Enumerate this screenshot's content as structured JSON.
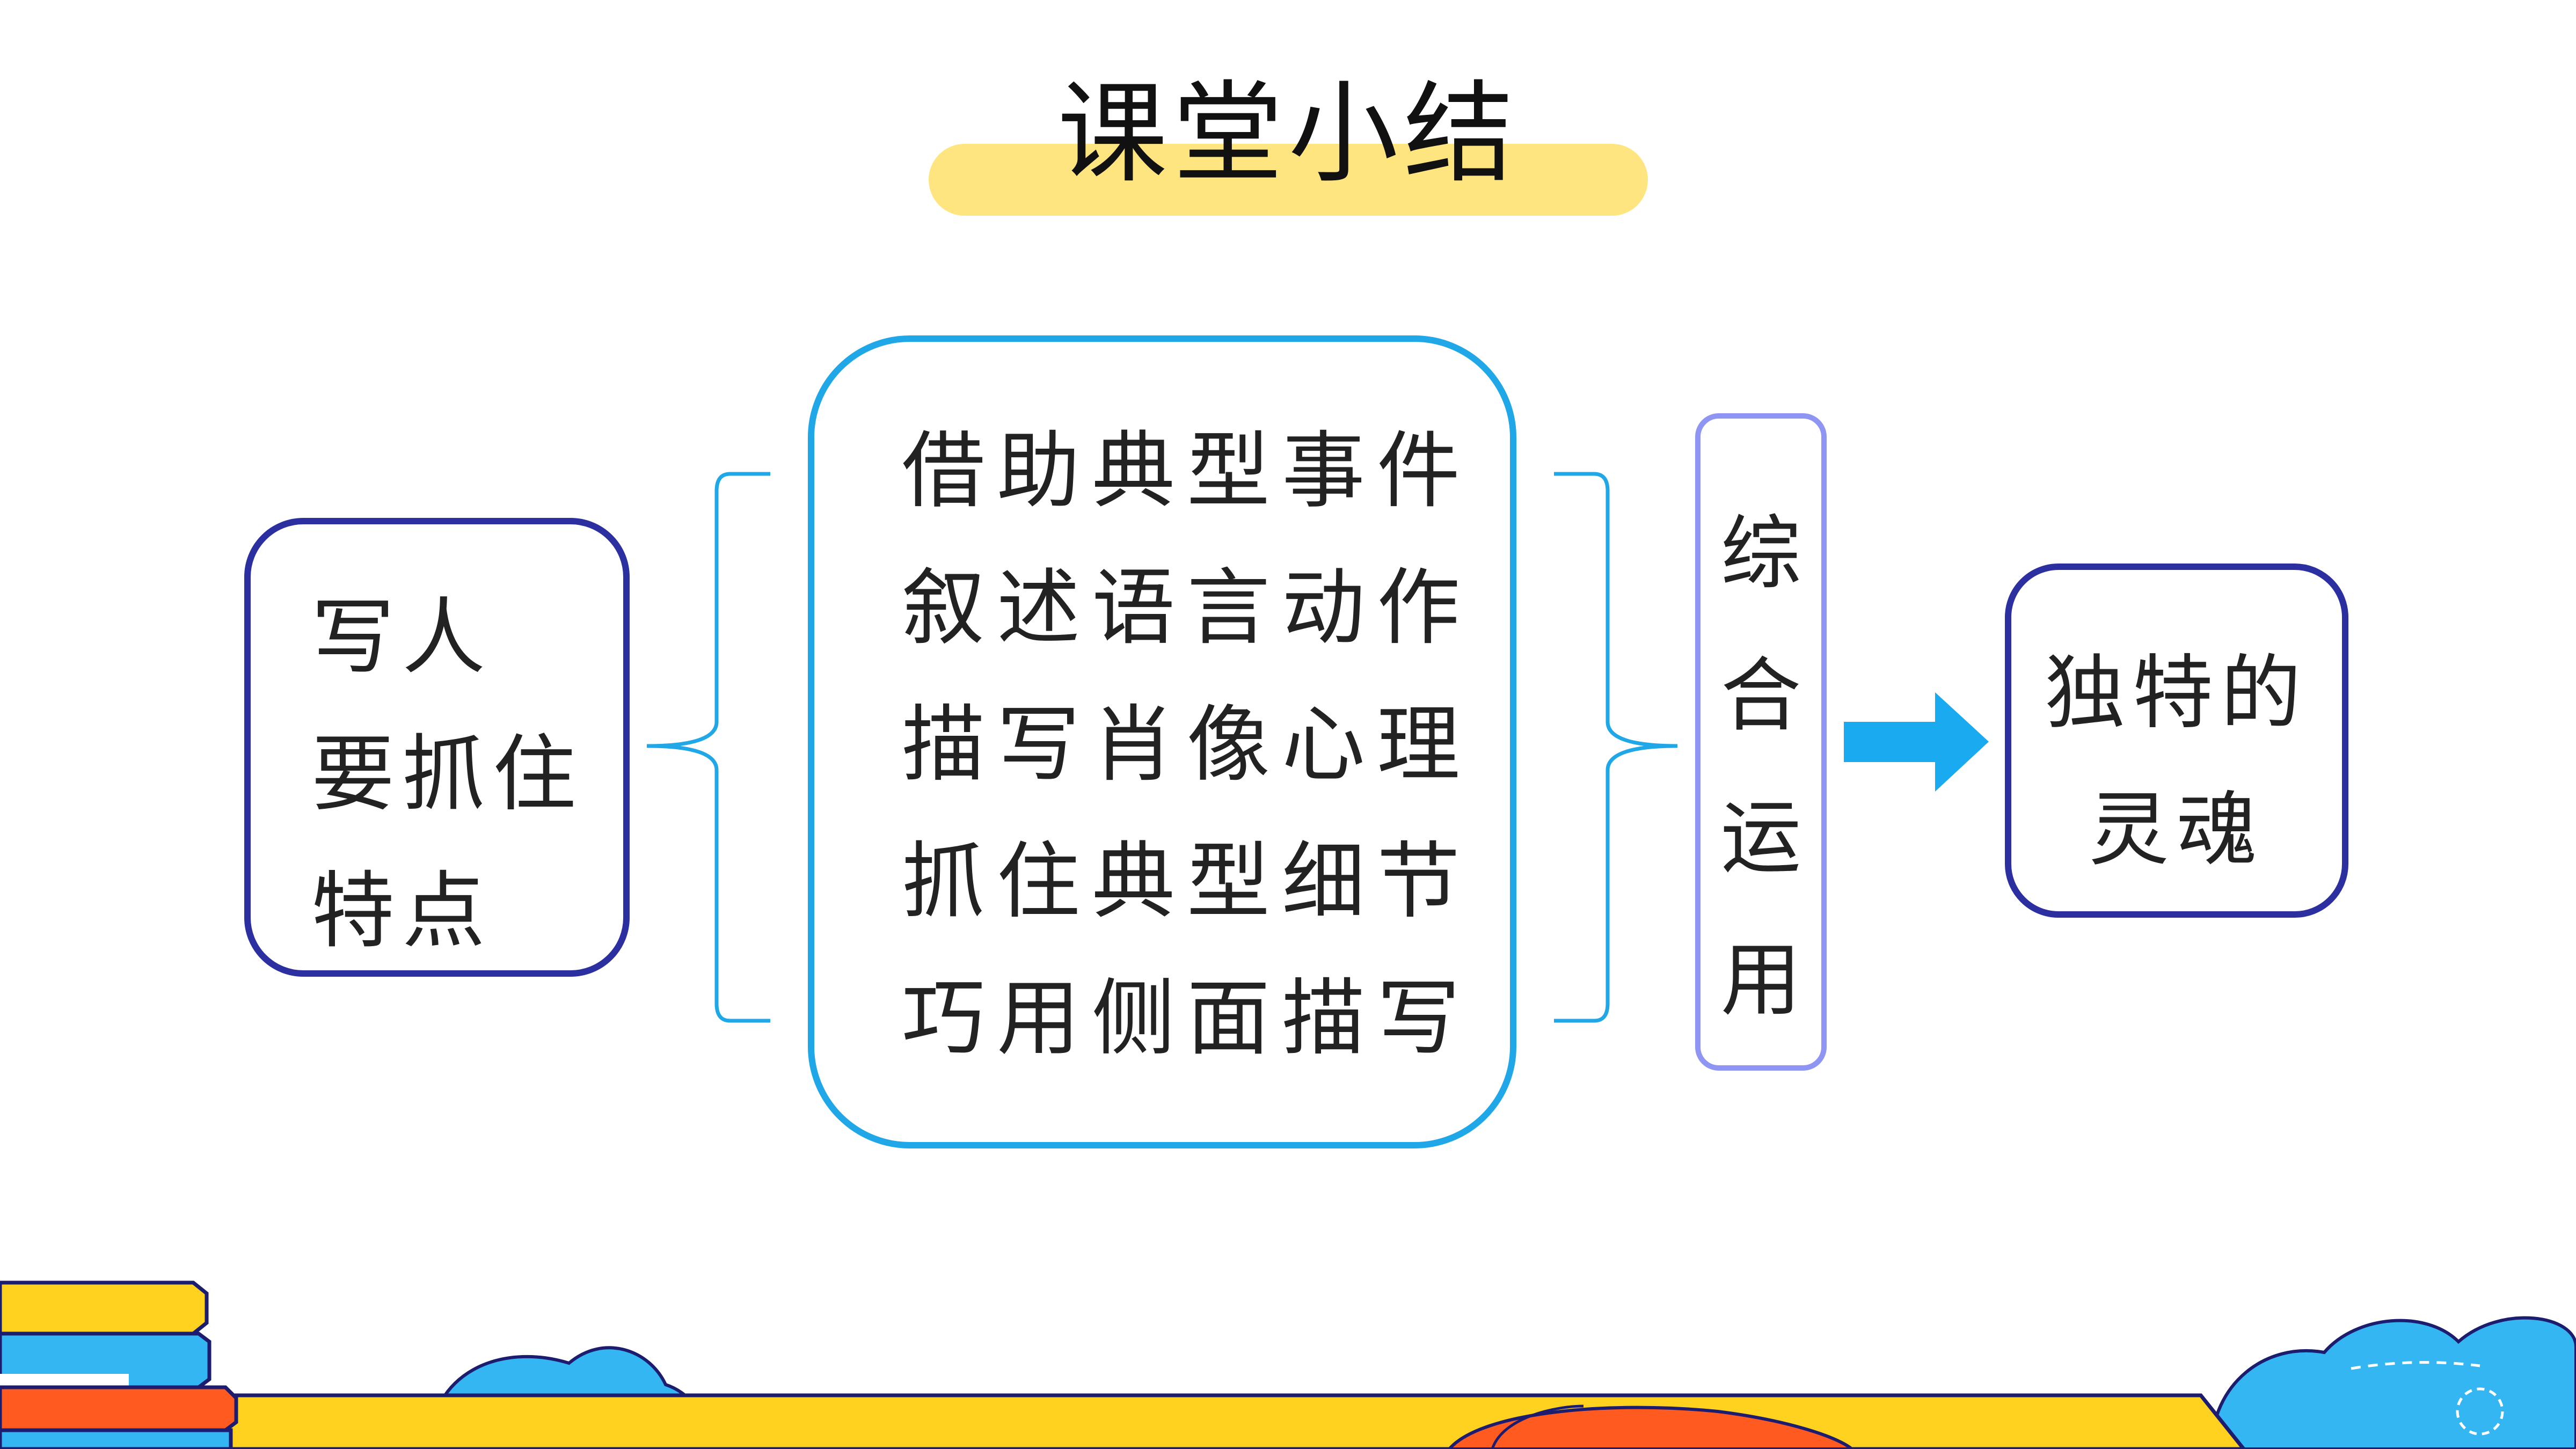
{
  "title": "课堂小结",
  "left_box": {
    "lines": [
      "写人",
      "要抓住",
      "特点"
    ]
  },
  "center_box": {
    "lines": [
      "借助典型事件",
      "叙述语言动作",
      "描写肖像心理",
      "抓住典型细节",
      "巧用侧面描写"
    ]
  },
  "vertical_box": {
    "chars": [
      "综",
      "合",
      "运",
      "用"
    ]
  },
  "right_box": {
    "lines": [
      "独特的",
      "灵魂"
    ]
  },
  "colors": {
    "title_highlight": "#ffe57f",
    "dark_border": "#2b2fa0",
    "center_border": "#1fa7e8",
    "vertical_border": "#8e95f2",
    "arrow": "#19aaf0",
    "footer_yellow": "#ffd21f",
    "footer_blue": "#34b6f2",
    "footer_orange": "#ff5a1f"
  }
}
